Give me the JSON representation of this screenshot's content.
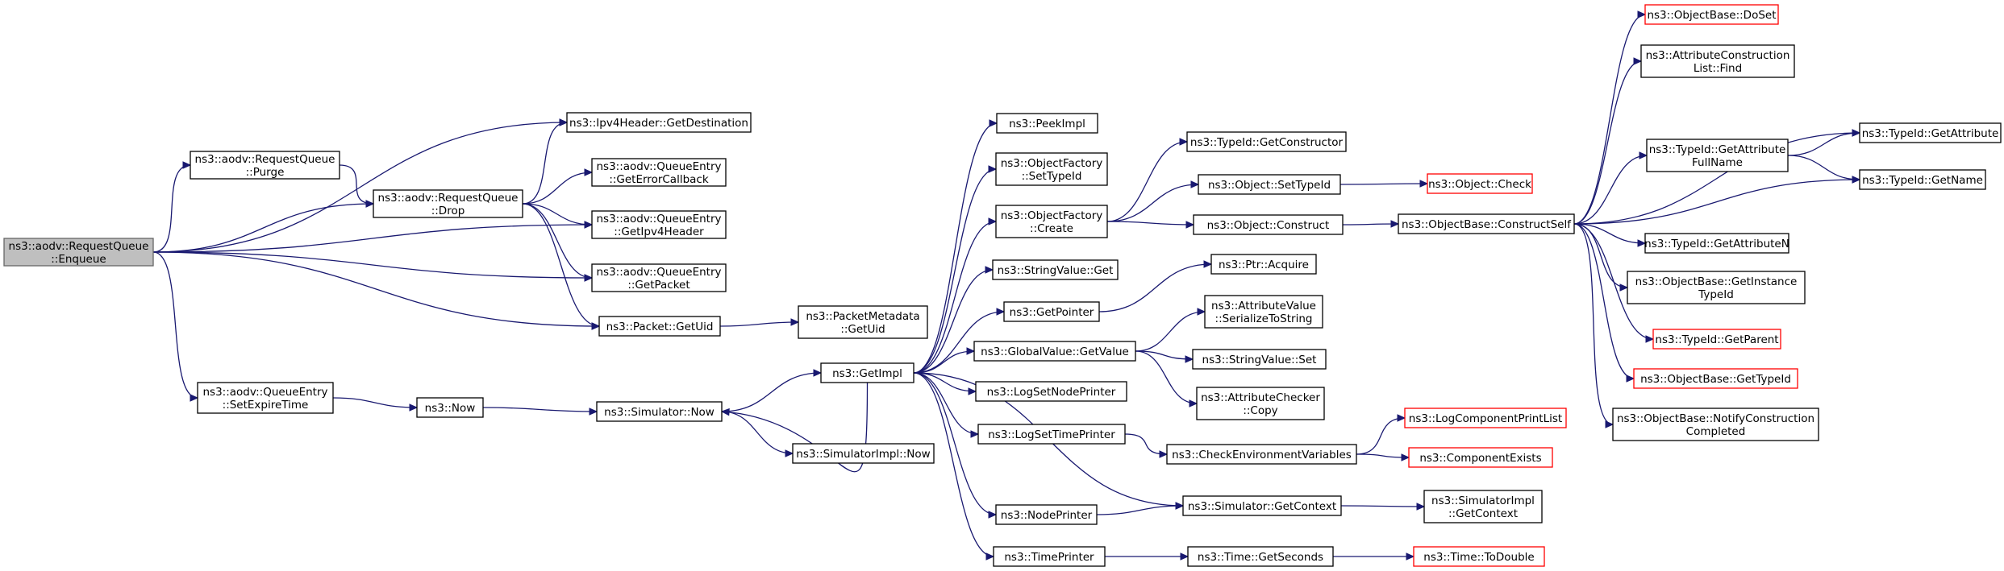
{
  "nodes": [
    {
      "id": "enqueue",
      "lines": [
        "ns3::aodv::RequestQueue",
        "::Enqueue"
      ],
      "style": "root"
    },
    {
      "id": "getdestination",
      "lines": [
        "ns3::Ipv4Header::GetDestination"
      ]
    },
    {
      "id": "purge",
      "lines": [
        "ns3::aodv::RequestQueue",
        "::Purge"
      ]
    },
    {
      "id": "drop",
      "lines": [
        "ns3::aodv::RequestQueue",
        "::Drop"
      ]
    },
    {
      "id": "geterrorcallback",
      "lines": [
        "ns3::aodv::QueueEntry",
        "::GetErrorCallback"
      ]
    },
    {
      "id": "getipv4header",
      "lines": [
        "ns3::aodv::QueueEntry",
        "::GetIpv4Header"
      ]
    },
    {
      "id": "getpacket",
      "lines": [
        "ns3::aodv::QueueEntry",
        "::GetPacket"
      ]
    },
    {
      "id": "getuid",
      "lines": [
        "ns3::Packet::GetUid"
      ]
    },
    {
      "id": "pm_getuid",
      "lines": [
        "ns3::PacketMetadata",
        "::GetUid"
      ]
    },
    {
      "id": "setexpiretime",
      "lines": [
        "ns3::aodv::QueueEntry",
        "::SetExpireTime"
      ]
    },
    {
      "id": "now",
      "lines": [
        "ns3::Now"
      ]
    },
    {
      "id": "sim_now",
      "lines": [
        "ns3::Simulator::Now"
      ]
    },
    {
      "id": "simimpl_now",
      "lines": [
        "ns3::SimulatorImpl::Now"
      ]
    },
    {
      "id": "getimpl",
      "lines": [
        "ns3::GetImpl"
      ]
    },
    {
      "id": "peekimpl",
      "lines": [
        "ns3::PeekImpl"
      ]
    },
    {
      "id": "of_settypeid",
      "lines": [
        "ns3::ObjectFactory",
        "::SetTypeId"
      ]
    },
    {
      "id": "of_create",
      "lines": [
        "ns3::ObjectFactory",
        "::Create"
      ]
    },
    {
      "id": "stringvalue_get",
      "lines": [
        "ns3::StringValue::Get"
      ]
    },
    {
      "id": "getpointer",
      "lines": [
        "ns3::GetPointer"
      ]
    },
    {
      "id": "gv_getvalue",
      "lines": [
        "ns3::GlobalValue::GetValue"
      ]
    },
    {
      "id": "logsetnodeprinter",
      "lines": [
        "ns3::LogSetNodePrinter"
      ]
    },
    {
      "id": "logsettimeprinter",
      "lines": [
        "ns3::LogSetTimePrinter"
      ]
    },
    {
      "id": "nodeprinter",
      "lines": [
        "ns3::NodePrinter"
      ]
    },
    {
      "id": "timeprinter",
      "lines": [
        "ns3::TimePrinter"
      ]
    },
    {
      "id": "typeid_getconstructor",
      "lines": [
        "ns3::TypeId::GetConstructor"
      ]
    },
    {
      "id": "object_settypeid",
      "lines": [
        "ns3::Object::SetTypeId"
      ]
    },
    {
      "id": "object_construct",
      "lines": [
        "ns3::Object::Construct"
      ]
    },
    {
      "id": "ptr_acquire",
      "lines": [
        "ns3::Ptr::Acquire"
      ]
    },
    {
      "id": "av_serialize",
      "lines": [
        "ns3::AttributeValue",
        "::SerializeToString"
      ]
    },
    {
      "id": "stringvalue_set",
      "lines": [
        "ns3::StringValue::Set"
      ]
    },
    {
      "id": "ac_copy",
      "lines": [
        "ns3::AttributeChecker",
        "::Copy"
      ]
    },
    {
      "id": "checkenv",
      "lines": [
        "ns3::CheckEnvironmentVariables"
      ]
    },
    {
      "id": "sim_getcontext",
      "lines": [
        "ns3::Simulator::GetContext"
      ]
    },
    {
      "id": "time_getseconds",
      "lines": [
        "ns3::Time::GetSeconds"
      ]
    },
    {
      "id": "object_check",
      "lines": [
        "ns3::Object::Check"
      ],
      "style": "red"
    },
    {
      "id": "ob_constructself",
      "lines": [
        "ns3::ObjectBase::ConstructSelf"
      ]
    },
    {
      "id": "logcomponentprintlist",
      "lines": [
        "ns3::LogComponentPrintList"
      ],
      "style": "red"
    },
    {
      "id": "componentexists",
      "lines": [
        "ns3::ComponentExists"
      ],
      "style": "red"
    },
    {
      "id": "simimpl_getcontext",
      "lines": [
        "ns3::SimulatorImpl",
        "::GetContext"
      ]
    },
    {
      "id": "time_todouble",
      "lines": [
        "ns3::Time::ToDouble"
      ],
      "style": "red"
    },
    {
      "id": "ob_doset",
      "lines": [
        "ns3::ObjectBase::DoSet"
      ],
      "style": "red"
    },
    {
      "id": "acl_find",
      "lines": [
        "ns3::AttributeConstruction",
        "List::Find"
      ]
    },
    {
      "id": "typeid_getattributefullname",
      "lines": [
        "ns3::TypeId::GetAttribute",
        "FullName"
      ]
    },
    {
      "id": "typeid_getattribute",
      "lines": [
        "ns3::TypeId::GetAttribute"
      ]
    },
    {
      "id": "typeid_getname",
      "lines": [
        "ns3::TypeId::GetName"
      ]
    },
    {
      "id": "typeid_getattributen",
      "lines": [
        "ns3::TypeId::GetAttributeN"
      ]
    },
    {
      "id": "ob_getinstancetypeid",
      "lines": [
        "ns3::ObjectBase::GetInstance",
        "TypeId"
      ]
    },
    {
      "id": "typeid_getparent",
      "lines": [
        "ns3::TypeId::GetParent"
      ],
      "style": "red"
    },
    {
      "id": "ob_gettypeid",
      "lines": [
        "ns3::ObjectBase::GetTypeId"
      ],
      "style": "red"
    },
    {
      "id": "ob_notifyconstructioncompleted",
      "lines": [
        "ns3::ObjectBase::NotifyConstruction",
        "Completed"
      ]
    }
  ],
  "edges": [
    [
      "enqueue",
      "getdestination"
    ],
    [
      "enqueue",
      "purge"
    ],
    [
      "enqueue",
      "drop"
    ],
    [
      "enqueue",
      "getipv4header"
    ],
    [
      "enqueue",
      "getpacket"
    ],
    [
      "enqueue",
      "getuid"
    ],
    [
      "enqueue",
      "setexpiretime"
    ],
    [
      "purge",
      "drop"
    ],
    [
      "drop",
      "getdestination"
    ],
    [
      "drop",
      "geterrorcallback"
    ],
    [
      "drop",
      "getipv4header"
    ],
    [
      "drop",
      "getpacket"
    ],
    [
      "drop",
      "getuid"
    ],
    [
      "getuid",
      "pm_getuid"
    ],
    [
      "setexpiretime",
      "now"
    ],
    [
      "now",
      "sim_now"
    ],
    [
      "sim_now",
      "getimpl"
    ],
    [
      "sim_now",
      "simimpl_now"
    ],
    [
      "getimpl",
      "peekimpl"
    ],
    [
      "getimpl",
      "of_settypeid"
    ],
    [
      "getimpl",
      "of_create"
    ],
    [
      "getimpl",
      "stringvalue_get"
    ],
    [
      "getimpl",
      "getpointer"
    ],
    [
      "getimpl",
      "gv_getvalue"
    ],
    [
      "getimpl",
      "logsetnodeprinter"
    ],
    [
      "getimpl",
      "logsettimeprinter"
    ],
    [
      "getimpl",
      "nodeprinter"
    ],
    [
      "getimpl",
      "timeprinter"
    ],
    [
      "getimpl",
      "sim_now"
    ],
    [
      "getimpl",
      "sim_getcontext"
    ],
    [
      "of_create",
      "typeid_getconstructor"
    ],
    [
      "of_create",
      "object_settypeid"
    ],
    [
      "of_create",
      "object_construct"
    ],
    [
      "getpointer",
      "ptr_acquire"
    ],
    [
      "gv_getvalue",
      "av_serialize"
    ],
    [
      "gv_getvalue",
      "stringvalue_set"
    ],
    [
      "gv_getvalue",
      "ac_copy"
    ],
    [
      "logsettimeprinter",
      "checkenv"
    ],
    [
      "nodeprinter",
      "sim_getcontext"
    ],
    [
      "timeprinter",
      "time_getseconds"
    ],
    [
      "object_settypeid",
      "object_check"
    ],
    [
      "object_construct",
      "ob_constructself"
    ],
    [
      "checkenv",
      "logcomponentprintlist"
    ],
    [
      "checkenv",
      "componentexists"
    ],
    [
      "sim_getcontext",
      "simimpl_getcontext"
    ],
    [
      "time_getseconds",
      "time_todouble"
    ],
    [
      "ob_constructself",
      "ob_doset"
    ],
    [
      "ob_constructself",
      "acl_find"
    ],
    [
      "ob_constructself",
      "typeid_getattributefullname"
    ],
    [
      "ob_constructself",
      "typeid_getattribute"
    ],
    [
      "ob_constructself",
      "typeid_getname"
    ],
    [
      "ob_constructself",
      "typeid_getattributen"
    ],
    [
      "ob_constructself",
      "ob_getinstancetypeid"
    ],
    [
      "ob_constructself",
      "typeid_getparent"
    ],
    [
      "ob_constructself",
      "ob_gettypeid"
    ],
    [
      "ob_constructself",
      "ob_notifyconstructioncompleted"
    ],
    [
      "typeid_getattributefullname",
      "typeid_getattribute"
    ],
    [
      "typeid_getattributefullname",
      "typeid_getname"
    ]
  ],
  "colors": {
    "edge": "#191970",
    "root_fill": "#bfbfbf",
    "red_border": "#ff0000"
  }
}
